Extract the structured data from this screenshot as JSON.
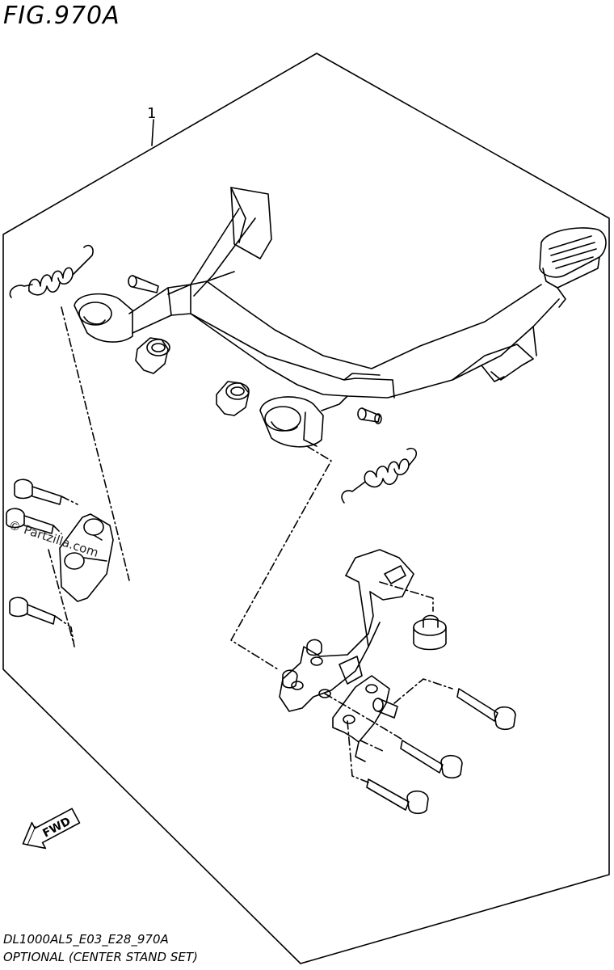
{
  "figure": {
    "title": "FIG.970A",
    "callout_number": "1",
    "fwd_label": "FWD",
    "watermark": "© Partzilla.com",
    "diagram_code": "DL1000AL5_E03_E28_970A",
    "description": "OPTIONAL (CENTER STAND SET)"
  },
  "parts": [
    "center-stand-main-frame",
    "foot-pedal",
    "return-spring-left",
    "return-spring-right",
    "pivot-bushing-left",
    "pivot-bushing-right",
    "pivot-pin-left",
    "pivot-pin-right",
    "stopper-rubber",
    "mounting-bracket-left",
    "mounting-bracket-right",
    "bracket-plate",
    "bolts"
  ]
}
